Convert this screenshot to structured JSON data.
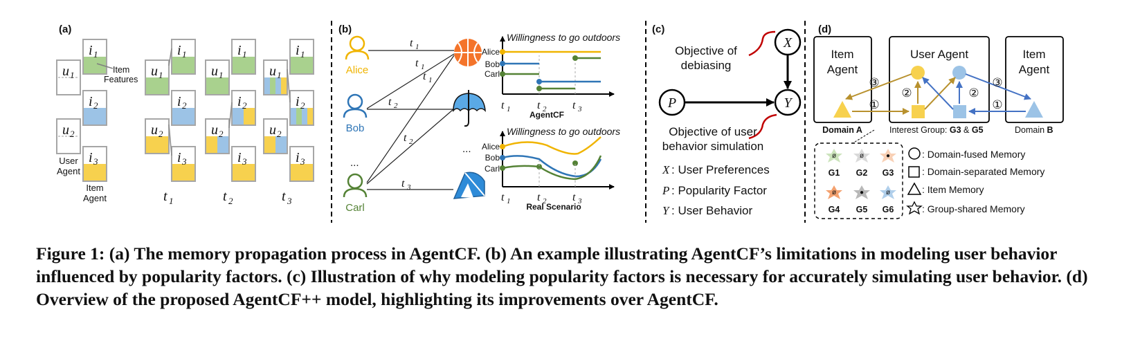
{
  "panel_a": {
    "label": "(a)",
    "user_u1": "u",
    "user_u1_sub": "1",
    "user_u2": "u",
    "user_u2_sub": "2",
    "item_i1": "i",
    "item_i1_sub": "1",
    "item_i2": "i",
    "item_i2_sub": "2",
    "item_i3": "i",
    "item_i3_sub": "3",
    "item_features_line1": "Item",
    "item_features_line2": "Features",
    "user_agent_line1": "User",
    "user_agent_line2": "Agent",
    "item_agent_line1": "Item",
    "item_agent_line2": "Agent",
    "t": "t",
    "t1_sub": "1",
    "t2_sub": "2",
    "t3_sub": "3"
  },
  "panel_b": {
    "label": "(b)",
    "users": [
      "Alice",
      "Bob",
      "Carl"
    ],
    "ellipsis": "...",
    "chart_title": "Willingness to go outdoors",
    "top_chart_name": "AgentCF",
    "bottom_chart_name": "Real Scenario",
    "t": "t",
    "t1_sub": "1",
    "t2_sub": "2",
    "t3_sub": "3"
  },
  "panel_c": {
    "label": "(c)",
    "node_x": "X",
    "node_p": "P",
    "node_y": "Y",
    "debias_line1": "Objective of",
    "debias_line2": "debiasing",
    "sim_line1": "Objective of user",
    "sim_line2": "behavior simulation",
    "legend_x_sym": "X",
    "legend_x_text": ": User Preferences",
    "legend_p_sym": "P",
    "legend_p_text": ": Popularity Factor",
    "legend_y_sym": "Y",
    "legend_y_text": ": User Behavior"
  },
  "panel_d": {
    "label": "(d)",
    "item_agent_left_line1": "Item",
    "item_agent_left_line2": "Agent",
    "user_agent": "User Agent",
    "item_agent_right_line1": "Item",
    "item_agent_right_line2": "Agent",
    "step1": "①",
    "step2": "②",
    "step3": "③",
    "domain_a": "Domain A",
    "interest_group_prefix": "Interest Group: ",
    "interest_group_g3": "G3",
    "interest_group_amp": " & ",
    "interest_group_g5": "G5",
    "domain_b_prefix": "Domain ",
    "domain_b_letter": "B",
    "groups": [
      "G1",
      "G2",
      "G3",
      "G4",
      "G5",
      "G6"
    ],
    "legend_fused": ": Domain-fused Memory",
    "legend_separated": ": Domain-separated Memory",
    "legend_item": ": Item Memory",
    "legend_group": ": Group-shared Memory",
    "colors": {
      "yellow": "#f7d14e",
      "blue": "#9cc3e6",
      "green": "#a9d18e",
      "brown": "#b8912e",
      "navy": "#4472c4"
    }
  },
  "caption": "Figure 1: (a) The memory propagation process in AgentCF. (b) An example illustrating AgentCF’s limitations in modeling user behavior influenced by popularity factors. (c) Illustration of why modeling popularity factors is necessary for accurately simulating user behavior. (d) Overview of the proposed AgentCF++ model, highlighting its improvements over AgentCF."
}
